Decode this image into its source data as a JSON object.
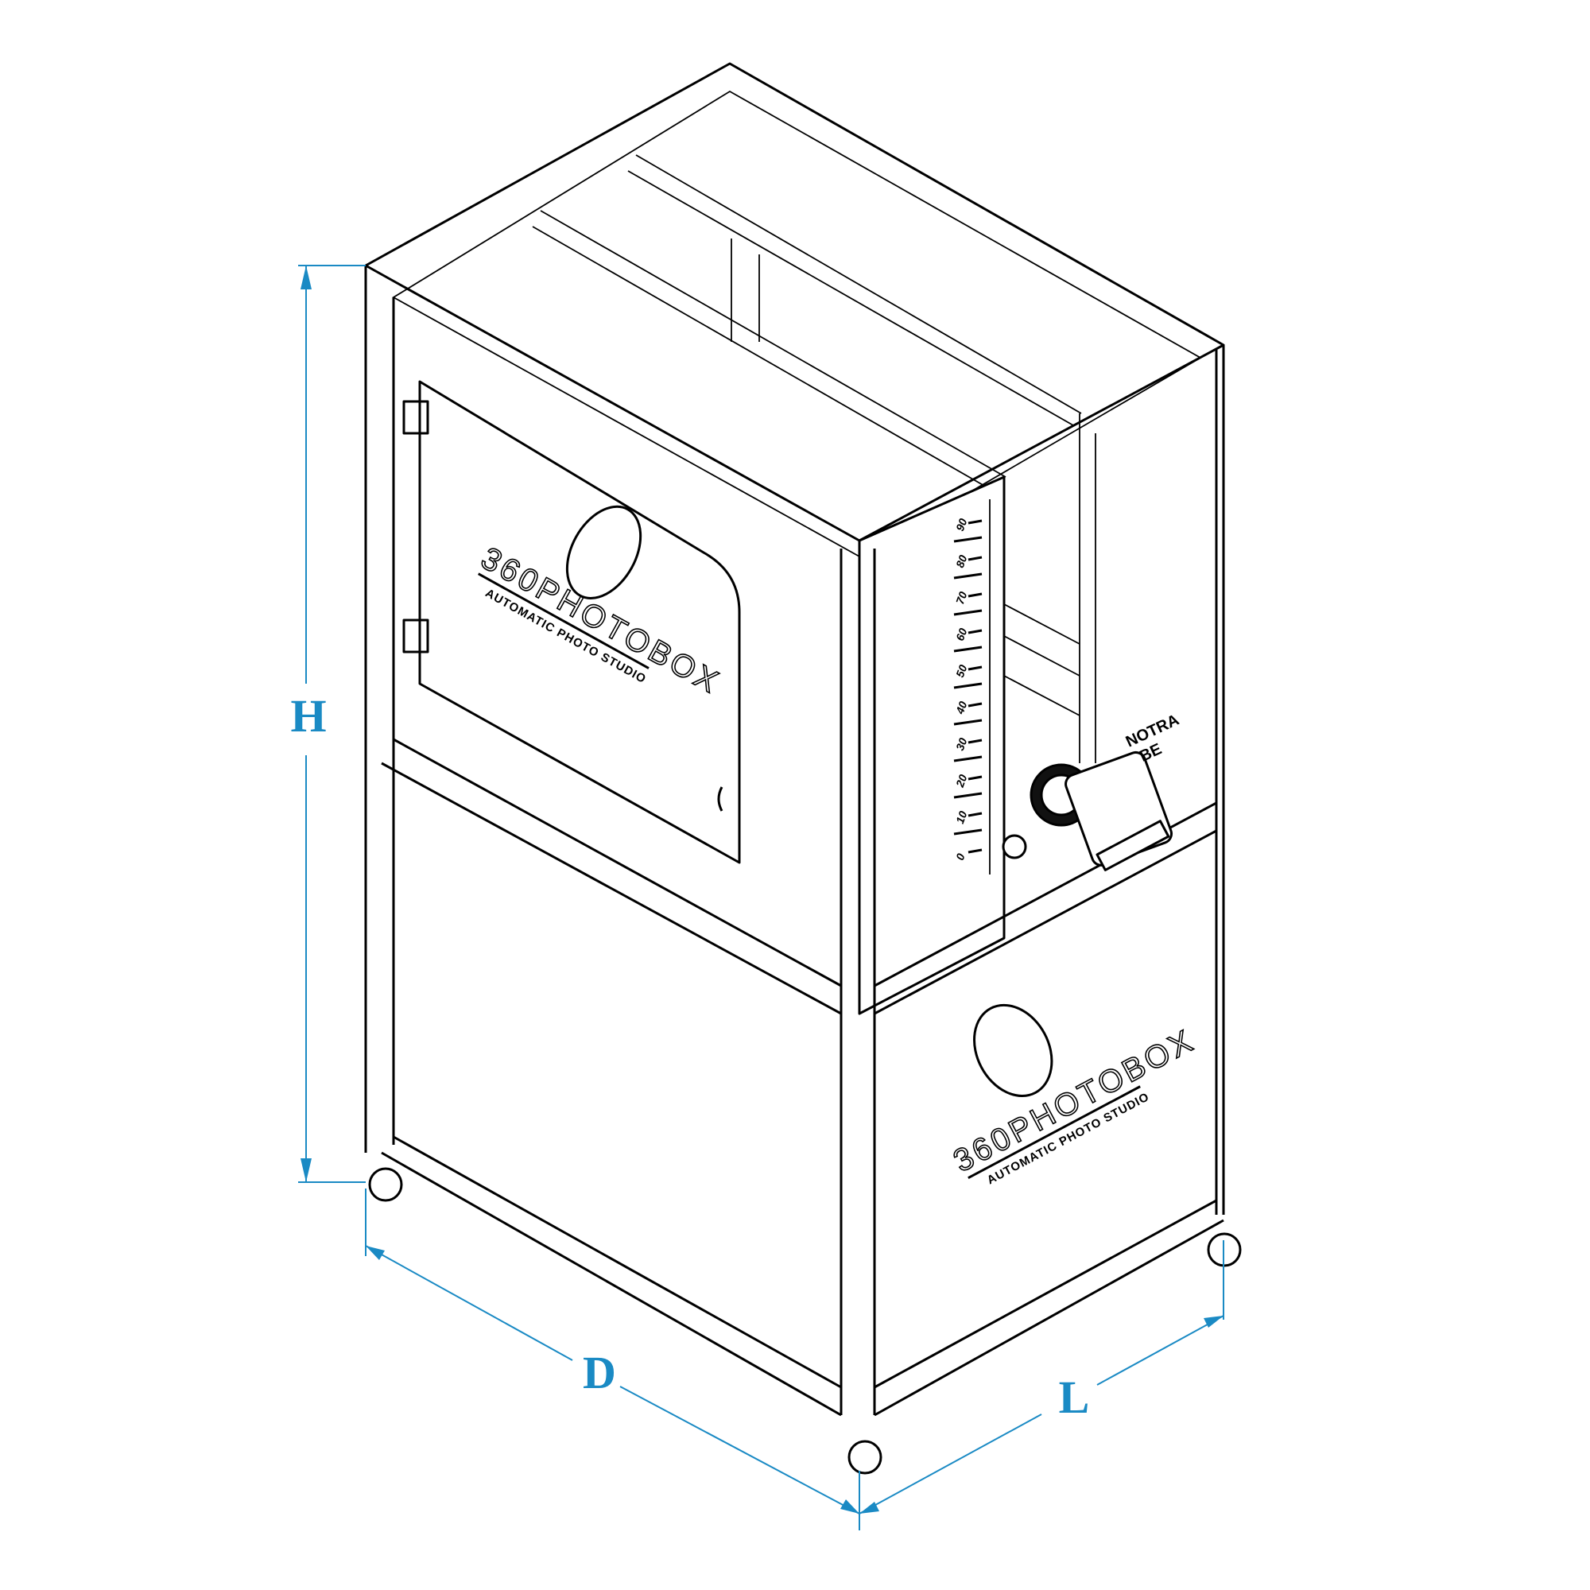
{
  "dimensions": {
    "height_label": "H",
    "depth_label": "D",
    "length_label": "L"
  },
  "logo_door": {
    "title": "360PHOTOBOX",
    "subtitle": "AUTOMATIC PHOTO STUDIO"
  },
  "logo_side": {
    "title": "360PHOTOBOX",
    "subtitle": "AUTOMATIC PHOTO STUDIO"
  },
  "height_scale": {
    "labels": [
      "90",
      "80",
      "70",
      "60",
      "50",
      "40",
      "30",
      "20",
      "10",
      "0"
    ]
  },
  "side_brand": {
    "line1": "NOTRA",
    "line2": "BE"
  },
  "colors": {
    "dimension": "#1a8ac4",
    "line": "#000000"
  },
  "icons": [
    "logo-360-icon",
    "camera-icon",
    "hinge-icon",
    "door-handle-icon",
    "caster-wheel-icon"
  ]
}
